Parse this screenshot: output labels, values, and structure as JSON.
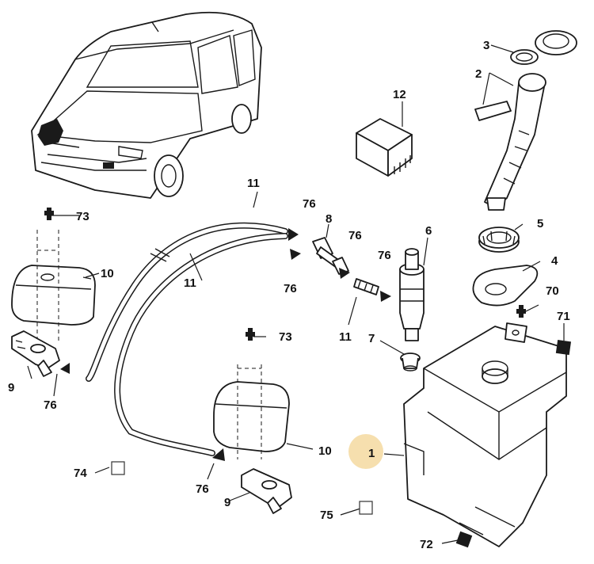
{
  "diagram": {
    "callouts": {
      "c1": "1",
      "c2": "2",
      "c3": "3",
      "c4": "4",
      "c5": "5",
      "c6": "6",
      "c7": "7",
      "c8": "8",
      "c9a": "9",
      "c9b": "9",
      "c10a": "10",
      "c10b": "10",
      "c11a": "11",
      "c11b": "11",
      "c11c": "11",
      "c12": "12",
      "c70": "70",
      "c71": "71",
      "c72": "72",
      "c73a": "73",
      "c73b": "73",
      "c74": "74",
      "c75": "75",
      "c76a": "76",
      "c76b": "76",
      "c76c": "76",
      "c76d": "76",
      "c76e": "76"
    },
    "colors": {
      "highlight": "#f6dfae",
      "ink": "#1a1a1a",
      "background": "#ffffff"
    },
    "symbols": [
      "plus-marker",
      "filled-square",
      "open-square",
      "triangle-arrow"
    ]
  }
}
